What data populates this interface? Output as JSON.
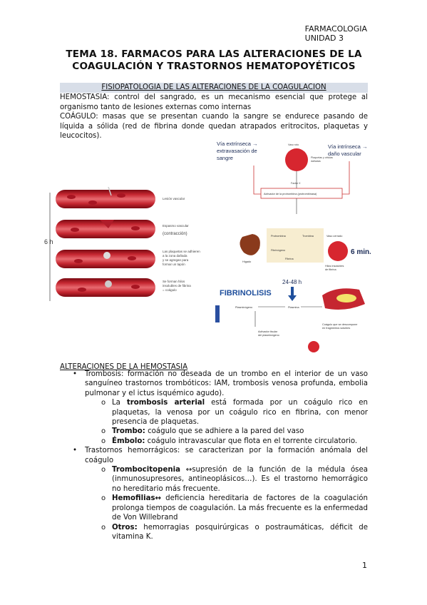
{
  "header": {
    "subject": "FARMACOLOGIA",
    "unit": "UNIDAD 3"
  },
  "title": "TEMA 18. FARMACOS PARA LAS ALTERACIONES DE LA COAGULACIÓN Y TRASTORNOS HEMATOPOYÉTICOS",
  "section1": {
    "heading": "FISIOPATOLOGIA DE LAS ALTERACIONES DE LA COAGULACION",
    "hemostasia": "HEMOSTASIA: control del sangrado, es un mecanismo esencial que protege al organismo tanto de lesiones externas como internas",
    "coagulo": "COÁGULO: masas que se presentan cuando la sangre se endurece pasando de líquida a sólida (red de fibrina donde quedan atrapados eritrocitos, plaquetas y leucocitos)."
  },
  "figure_left": {
    "time_label": "6 h",
    "captions": [
      "Lesión vascular",
      "Espasmo vascular",
      "(contracción)",
      "Las plaquetas se adhieren",
      "a la zona dañada",
      "y se agregan para",
      "formar un tapón",
      "Se forman hilos",
      "insolubles de fibrina",
      "= coágulo"
    ]
  },
  "figure_right": {
    "via_extrinseca_1": "Vía extrínseca →",
    "via_extrinseca_2": "extravasación de",
    "via_extrinseca_3": "sangre",
    "via_intrinseca_1": "Vía intrínseca →",
    "via_intrinseca_2": "daño vascular",
    "vaso_roto": "Vaso roto",
    "plaquetas": "Plaquetas y células",
    "plaquetas2": "dañadas",
    "factor_x": "Factor X",
    "activador": "Activador de la protrombina (protrombinasa)",
    "protrombina": "Protrombina",
    "trombina": "Trombina",
    "fibrinogeno": "Fibrinógeno",
    "fibrina": "Fibrina",
    "higado": "Hígado",
    "vaso_cerrado": "Vaso cerrado",
    "hilos": "Hilos insolubles",
    "hilos2": "de fibrina",
    "six_min": "6 min.",
    "hours": "24-48 h",
    "fibrinolisis": "FIBRINOLISIS",
    "plasminogeno": "Plasminógeno",
    "plasmina": "Plasmina",
    "activador_tisular": "Activador tisular",
    "activador_tisular2": "del plasminógeno",
    "coagulo_desc": "Coágulo que se descompone",
    "coagulo_desc2": "en fragmentos solubles"
  },
  "section2": {
    "heading": "ALTERACIONES DE LA HEMOSTASIA",
    "bullet": "•",
    "sub_bullet": "o",
    "trombosis_intro": "Trombosis: formación no deseada de un trombo en el interior de un vaso sanguíneo trastornos trombóticos: IAM, trombosis venosa profunda, embolia pulmonar y el ictus isquémico agudo).",
    "ta_pre": "La ",
    "ta_bold": "trombosis arterial",
    "ta_post": " está formada por un coágulo rico en plaquetas, la venosa por un coágulo rico en fibrina, con menor presencia de plaquetas.",
    "trombo_bold": "Trombo:",
    "trombo_text": " coágulo que se adhiere a la pared del vaso",
    "embolo_bold": "Émbolo:",
    "embolo_text": " coágulo intravascular que flota en el torrente circulatorio.",
    "hemorragicos": "Trastornos hemorrágicos: se caracterizan por la formación anómala del coágulo",
    "tromboc_bold": "Trombocitopenia",
    "tromboc_text": " ↔supresión de la función de la médula ósea (inmunosupresores, antineoplásicos…). Es el trastorno hemorrágico no hereditario más frecuente.",
    "hemof_bold": "Hemofilias↔",
    "hemof_text": " deficiencia hereditaria de factores de la coagulación  prolonga tiempos de coagulación. La más frecuente es la enfermedad de Von Willebrand",
    "otros_bold": "Otros:",
    "otros_text": " hemorragias posquirúrgicas o postraumáticas, déficit de vitamina K."
  },
  "page_number": "1"
}
